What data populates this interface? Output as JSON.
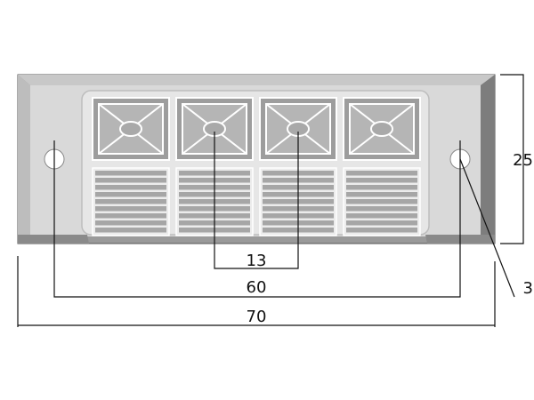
{
  "colors": {
    "background": "#ffffff",
    "body_fill": "#d8d8d8",
    "body_light": "#e4e4e4",
    "body_dark": "#9a9a9a",
    "body_shadow": "#7a7a7a",
    "line": "#111111",
    "hole": "#ffffff"
  },
  "drawing": {
    "dimensions": {
      "inner_spacing": "13",
      "hole_spacing": "60",
      "overall_width": "70",
      "height": "25",
      "hole_diameter": "3"
    },
    "lamp_cells": 4,
    "grille_bars_per_cell": 9
  }
}
